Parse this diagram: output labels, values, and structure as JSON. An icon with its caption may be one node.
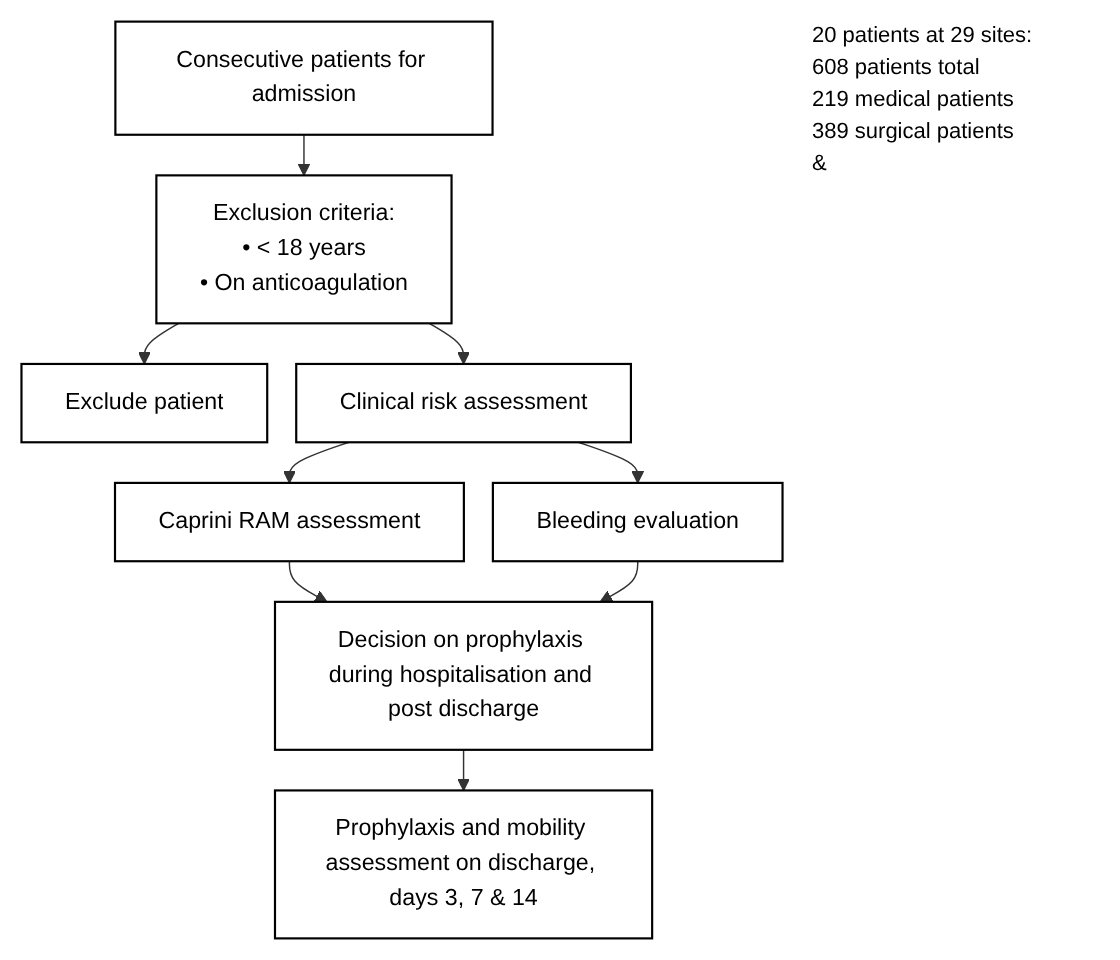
{
  "diagram": {
    "nodes": [
      {
        "text": [
          "Consecutive patients for admission"
        ]
      },
      {
        "text": [
          "Exclusion criteria:",
          "• < 18 years",
          "• On anticoagulation"
        ]
      },
      {
        "text": [
          "Exclude patient"
        ]
      },
      {
        "text": [
          "Clinical risk assessment"
        ]
      },
      {
        "text": [
          "Caprini RAM assessment"
        ]
      },
      {
        "text": [
          "Bleeding evaluation"
        ]
      },
      {
        "text": [
          "Decision on prophylaxis during hospitalisation and post discharge"
        ]
      },
      {
        "text": [
          "Prophylaxis and mobility assessment on discharge, days 3, 7 & 14"
        ]
      }
    ],
    "edges": [
      {
        "from": 0,
        "to": 1,
        "arrow": "to"
      },
      {
        "from": 1,
        "to": 2,
        "arrow": "to"
      },
      {
        "from": 1,
        "to": 3,
        "arrow": "to"
      },
      {
        "from": 3,
        "to": 4,
        "arrow": "to"
      },
      {
        "from": 3,
        "to": 5,
        "arrow": "to"
      },
      {
        "from": 4,
        "to": 6,
        "arrow": "to"
      },
      {
        "from": 5,
        "to": 6,
        "arrow": "to"
      },
      {
        "from": 6,
        "to": 7,
        "arrow": "to"
      }
    ],
    "labels": [
      "20 patients at 29 sites:",
      "608 patients total",
      "219 medical patients",
      "389 surgical patients",
      "&"
    ]
  }
}
